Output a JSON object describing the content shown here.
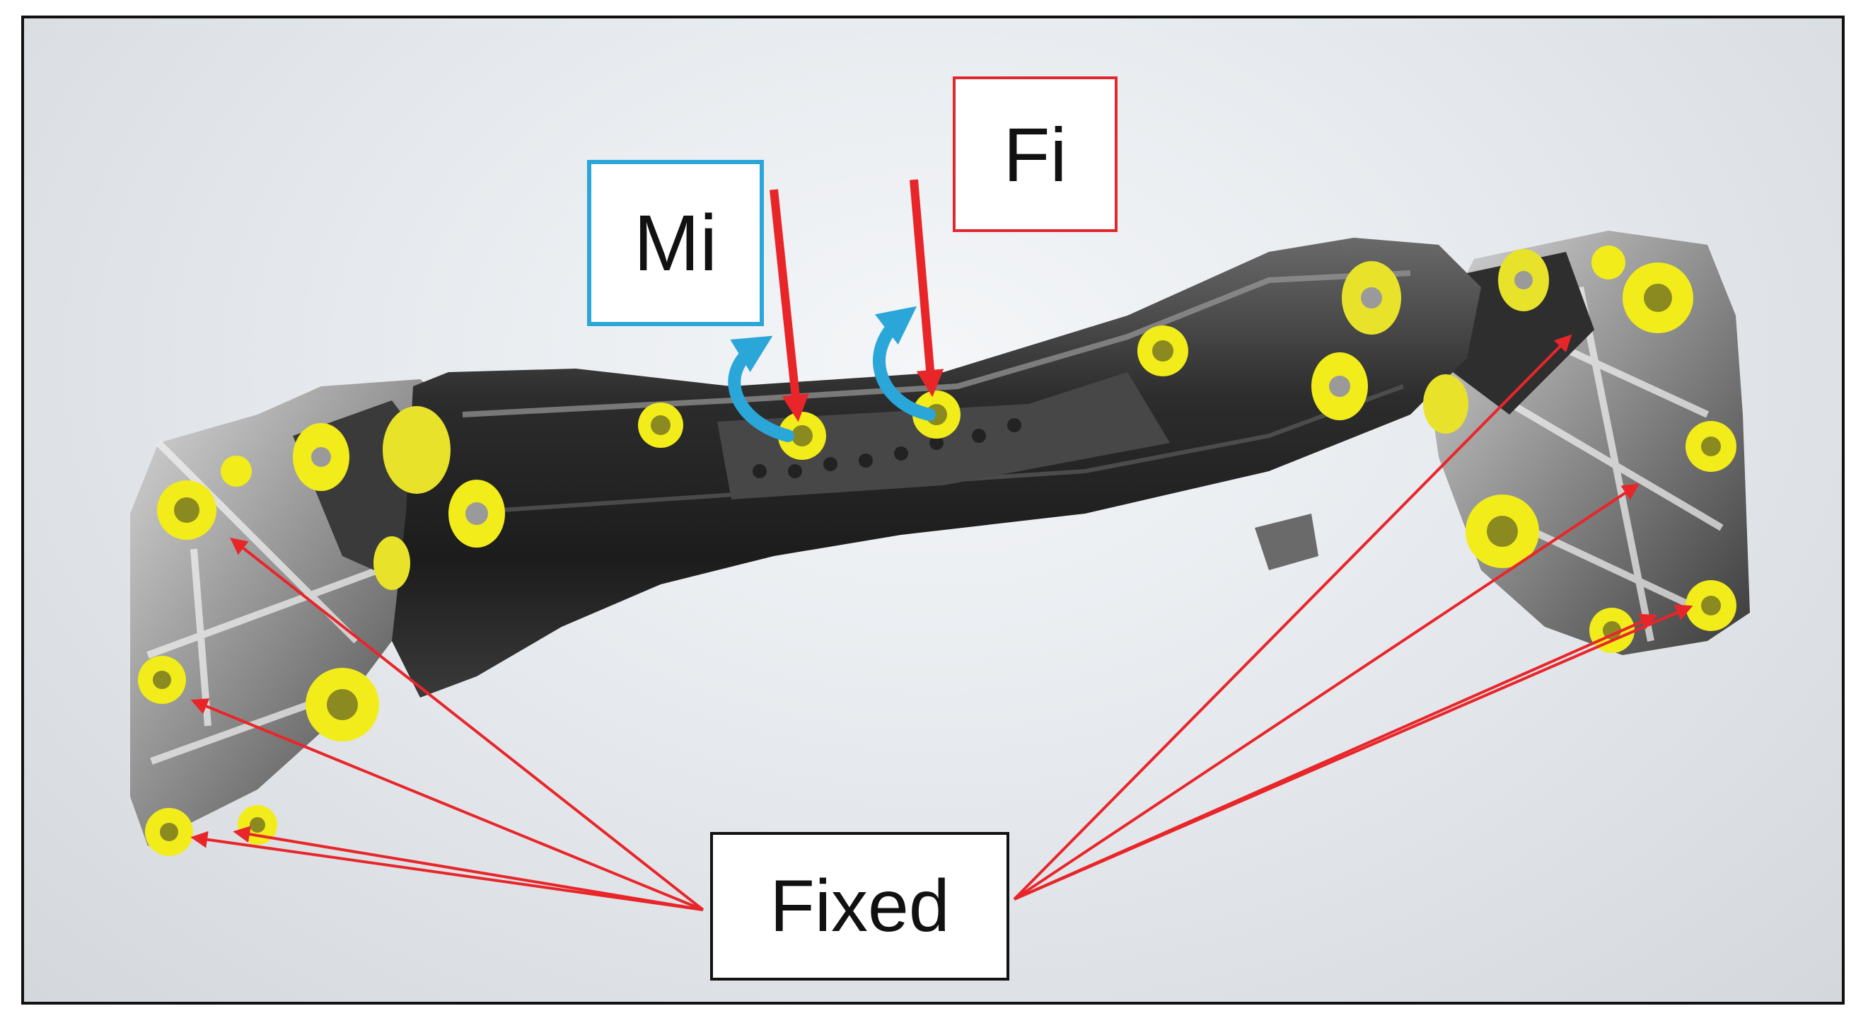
{
  "labels": {
    "moment": "Mi",
    "force": "Fi",
    "constraint": "Fixed"
  },
  "colors": {
    "moment_box_border": "#2aa7d8",
    "force_box_border": "#e0282e",
    "force_arrow": "#e8262a",
    "moment_arrow": "#2aa7d8",
    "fixed_pointer": "#e8262a",
    "mount_highlight": "#f2ec1a",
    "frame_body": "#2b2b2b"
  },
  "icons": {
    "moment_arrow": "curved-arrow-icon",
    "force_arrow": "down-arrow-icon",
    "mount_point": "bolt-hole-icon"
  }
}
